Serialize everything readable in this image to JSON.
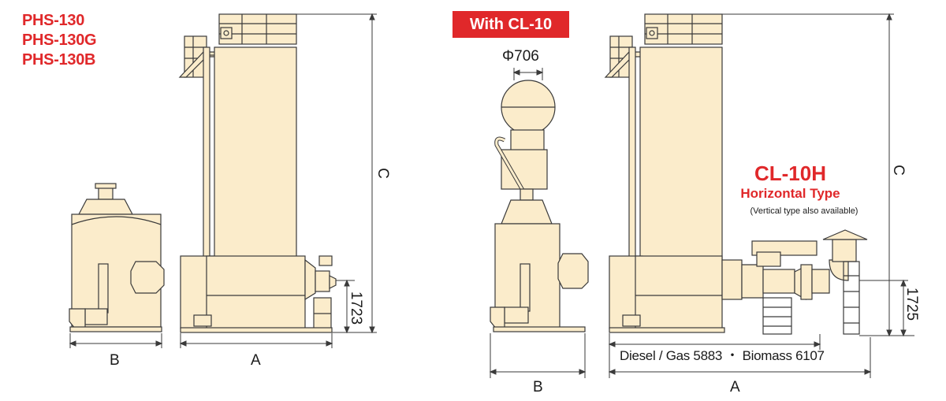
{
  "models": [
    "PHS-130",
    "PHS-130G",
    "PHS-130B"
  ],
  "badge": "With CL-10",
  "left_dims": {
    "b": "B",
    "a": "A",
    "c": "C",
    "h": "1723"
  },
  "right_dims": {
    "b": "B",
    "a": "A",
    "c": "C",
    "h": "1725",
    "diameter": "Φ706",
    "length": "Diesel / Gas 5883 ・ Biomass 6107"
  },
  "cl10h": {
    "title": "CL-10H",
    "subtitle": "Horizontal Type",
    "note": "(Vertical type also available)"
  },
  "colors": {
    "accent": "#e0282a",
    "body_fill": "#fbeccb",
    "line": "#3a3a3a"
  }
}
